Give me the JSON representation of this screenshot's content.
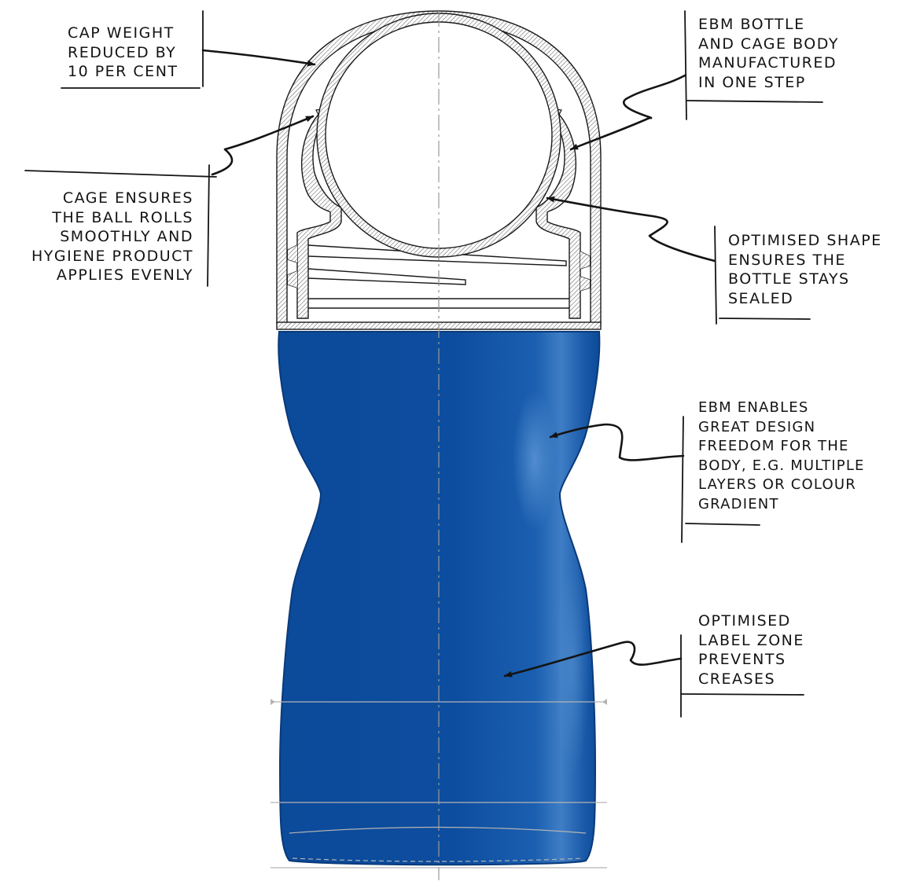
{
  "colors": {
    "body_fill": "#0d4d9f",
    "body_highlight": "#3d7cc4",
    "outline": "#1a1a1a",
    "ink": "#141414",
    "hatch": "#6d6d6d",
    "centerline": "#9a9a9a",
    "measure": "#b4b4b4"
  },
  "callouts": {
    "cap_weight": [
      "CAP WEIGHT",
      "REDUCED BY",
      "10 PER CENT"
    ],
    "ebm_bottle": [
      "EBM BOTTLE",
      "AND CAGE BODY",
      "MANUFACTURED",
      "IN ONE STEP"
    ],
    "cage_ensures": [
      "CAGE ENSURES",
      "THE BALL ROLLS",
      "SMOOTHLY AND",
      "HYGIENE PRODUCT",
      "APPLIES EVENLY"
    ],
    "optimised_shape": [
      "OPTIMISED SHAPE",
      "ENSURES THE",
      "BOTTLE STAYS",
      "SEALED"
    ],
    "ebm_enables": [
      "EBM ENABLES",
      "GREAT DESIGN",
      "FREEDOM FOR THE",
      "BODY, E.G. MULTIPLE",
      "LAYERS OR COLOUR",
      "GRADIENT"
    ],
    "label_zone": [
      "OPTIMISED",
      "LABEL ZONE",
      "PREVENTS",
      "CREASES"
    ]
  }
}
